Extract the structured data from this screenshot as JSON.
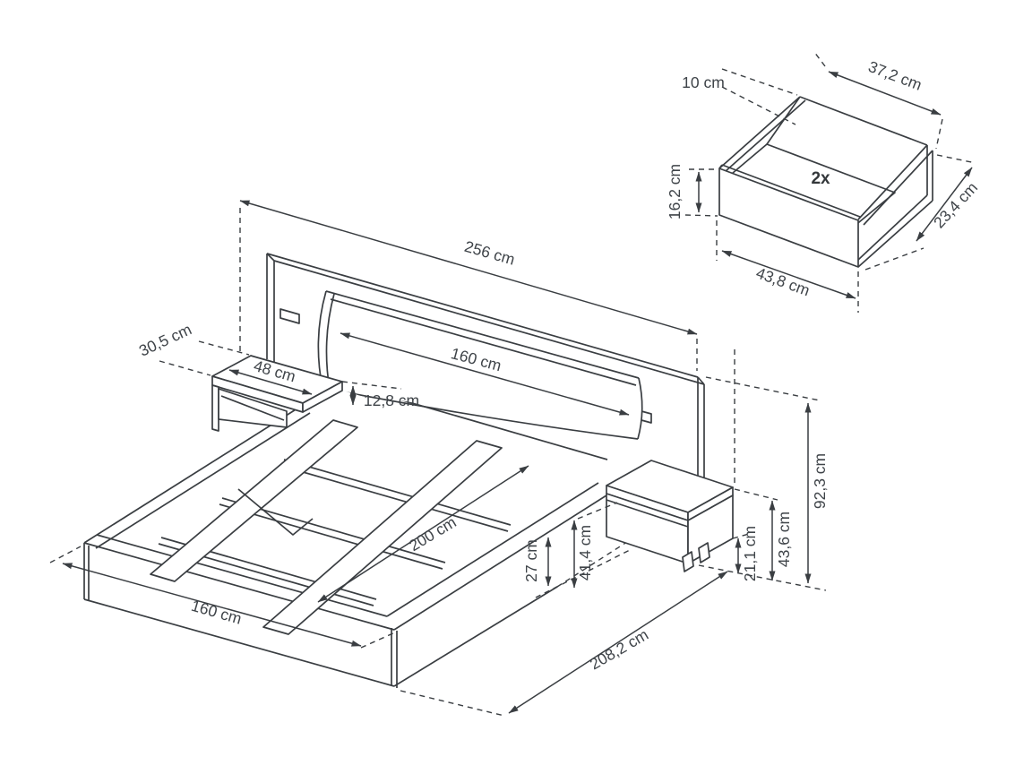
{
  "canvas": {
    "background": "#ffffff",
    "line_color": "#3a3e42",
    "text_color": "#3f4449"
  },
  "bed_view": {
    "dims": {
      "overall_width": "256 cm",
      "headboard_cushion_width": "160 cm",
      "left_nightstand_depth": "30,5 cm",
      "left_nightstand_width": "48 cm",
      "cushion_drop": "12,8 cm",
      "mattress_length": "200 cm",
      "frame_side_height": "27 cm",
      "frame_top_height": "41,4 cm",
      "headboard_height": "92,3 cm",
      "nightstand_top_height": "43,6 cm",
      "nightstand_clearance": "21,1 cm",
      "bed_front_width": "160 cm",
      "overall_depth": "208,2 cm"
    }
  },
  "drawer_view": {
    "quantity_label": "2x",
    "dims": {
      "side_height": "10 cm",
      "inner_width": "37,2 cm",
      "front_height": "16,2 cm",
      "inner_depth": "23,4 cm",
      "outer_width": "43,8 cm"
    }
  }
}
